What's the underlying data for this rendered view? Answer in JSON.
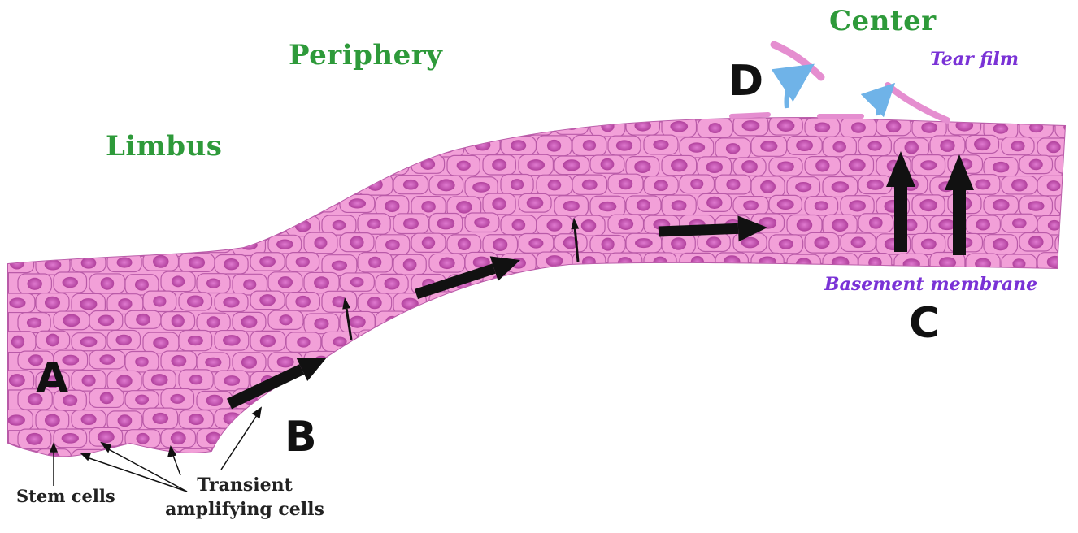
{
  "regions": {
    "limbus": "Limbus",
    "periphery": "Periphery",
    "center": "Center"
  },
  "zones": {
    "a": "A",
    "b": "B",
    "c": "C",
    "d": "D"
  },
  "labels": {
    "tear_film": "Tear film",
    "basement_membrane": "Basement membrane",
    "stem_cells": "Stem cells",
    "transient_line1": "Transient",
    "transient_line2": "amplifying cells"
  },
  "colors": {
    "cell_fill": "#f2a0d8",
    "cell_stroke": "#b95aa8",
    "nucleus": "#c24cae",
    "region_text": "#2e9a3a",
    "purple_text": "#7a32d6",
    "arrow_black": "#111111",
    "arrow_blue": "#6fb3e8"
  }
}
